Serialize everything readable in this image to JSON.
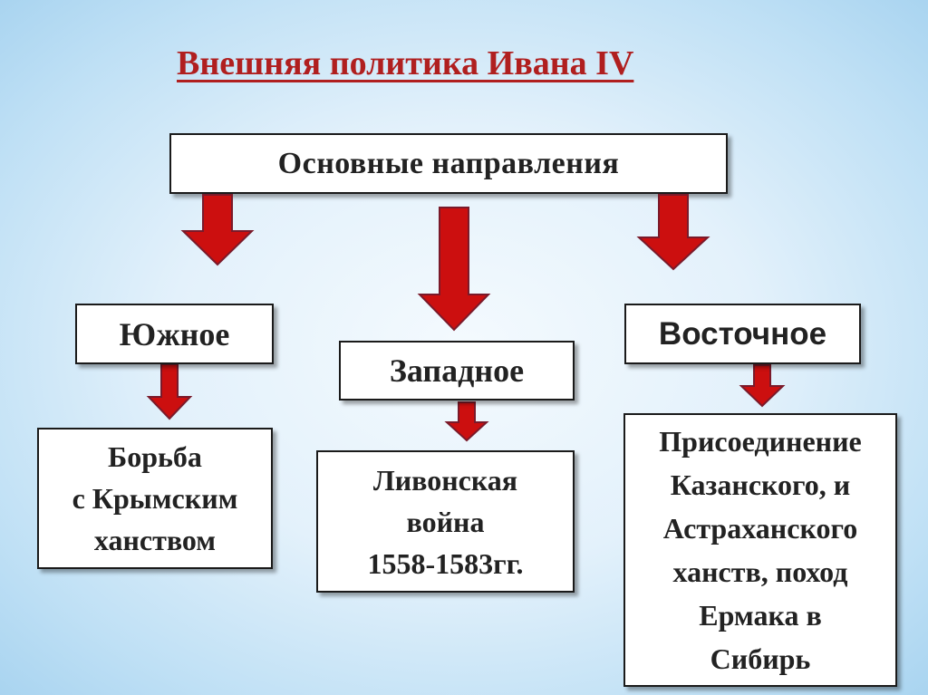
{
  "title": "Внешняя политика Ивана IV",
  "main_node": "Основные направления",
  "directions": {
    "south": {
      "label": "Южное",
      "description": "Борьба\n с Крымским\nханством"
    },
    "west": {
      "label": "Западное",
      "description": "Ливонская\nвойна\n1558-1583гг."
    },
    "east": {
      "label": "Восточное",
      "description": "Присоединение\nКазанского, и\nАстраханского\nханств, поход\nЕрмака в\nСибирь"
    }
  },
  "colors": {
    "title": "#b01f1f",
    "arrow_fill": "#cc0f0f",
    "arrow_stroke": "#7a1a2a"
  }
}
